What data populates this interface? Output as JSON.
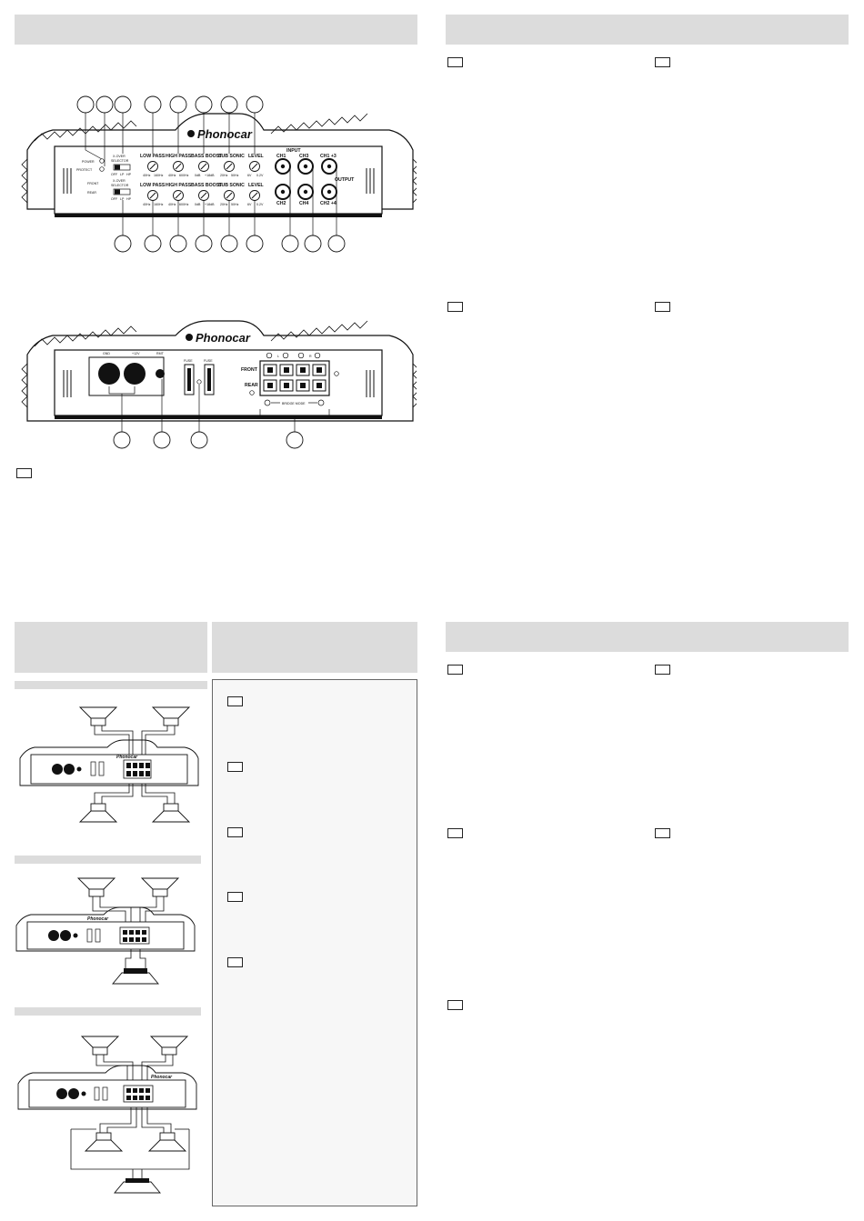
{
  "brand": "Phonocar",
  "front_panel": {
    "power": "POWER",
    "protect": "PROTECT",
    "front": "FRONT",
    "rear": "REAR",
    "xover": "X-OVER",
    "selector": "SELECTOR",
    "switch_pos": [
      "OFF",
      "LP",
      "HP"
    ],
    "knobs": [
      {
        "label": "LOW PASS",
        "min": "40Hz",
        "max": "160Hz"
      },
      {
        "label": "HIGH PASS",
        "min": "40Hz",
        "max": "600Hz"
      },
      {
        "label": "BASS BOOST",
        "min": "0dB",
        "max": "+18dB"
      },
      {
        "label": "SUB SONIC",
        "min": "20Hz",
        "max": "50Hz"
      },
      {
        "label": "LEVEL",
        "min": "6V",
        "max": "0.2V"
      }
    ],
    "input": "INPUT",
    "output": "OUTPUT",
    "ch_top": [
      "CH1",
      "CH3",
      "CH1 +3"
    ],
    "ch_bottom": [
      "CH2",
      "CH4",
      "CH2 +4"
    ]
  },
  "rear_panel": {
    "gnd": "GND",
    "plus12": "+12V",
    "rmt": "RMT",
    "fuse": "FUSE",
    "front": "FRONT",
    "rear": "REAR",
    "l": "L",
    "r": "R",
    "bridge_mode": "BRIDGE MODE"
  }
}
